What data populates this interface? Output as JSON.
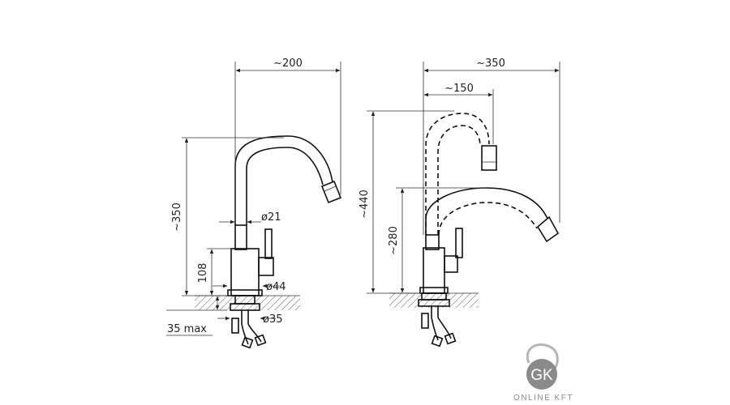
{
  "dimensions": {
    "left_width": "~200",
    "left_height": "~350",
    "left_body_height": "108",
    "hose_diameter": "ø21",
    "base_diameter": "ø44",
    "shank_diameter": "ø35",
    "counter_max": "35 max",
    "right_width": "~350",
    "right_pullout": "~150",
    "right_height_max": "~440",
    "right_height_low": "~280"
  },
  "brand": {
    "logo_initials": "GK",
    "name": "ONLINE KFT",
    "color": "#8a8a8a"
  }
}
